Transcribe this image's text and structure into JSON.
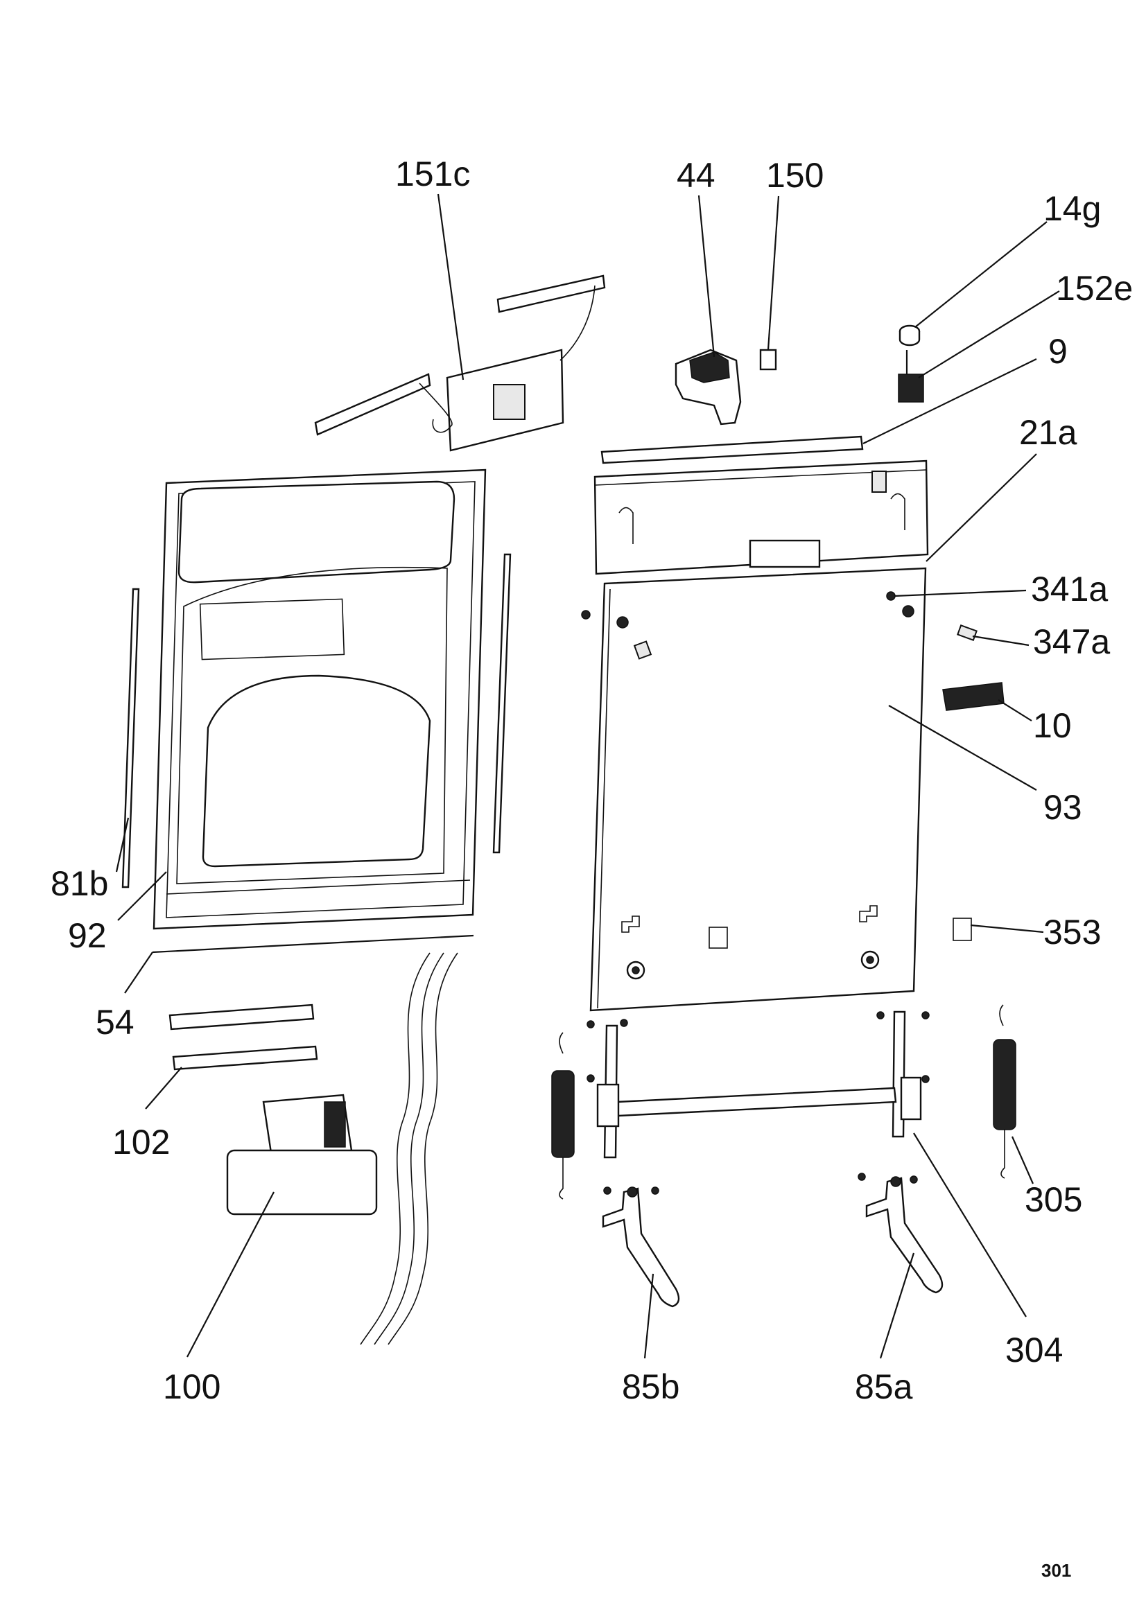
{
  "callouts": {
    "c151c": "151c",
    "c44": "44",
    "c150": "150",
    "c14g": "14g",
    "c152e": "152e",
    "c9": "9",
    "c21a": "21a",
    "c341a": "341a",
    "c347a": "347a",
    "c10": "10",
    "c93": "93",
    "c81b": "81b",
    "c92": "92",
    "c353": "353",
    "c54": "54",
    "c102": "102",
    "c305": "305",
    "c100": "100",
    "c85b": "85b",
    "c85a": "85a",
    "c304": "304"
  },
  "page_number": "301"
}
